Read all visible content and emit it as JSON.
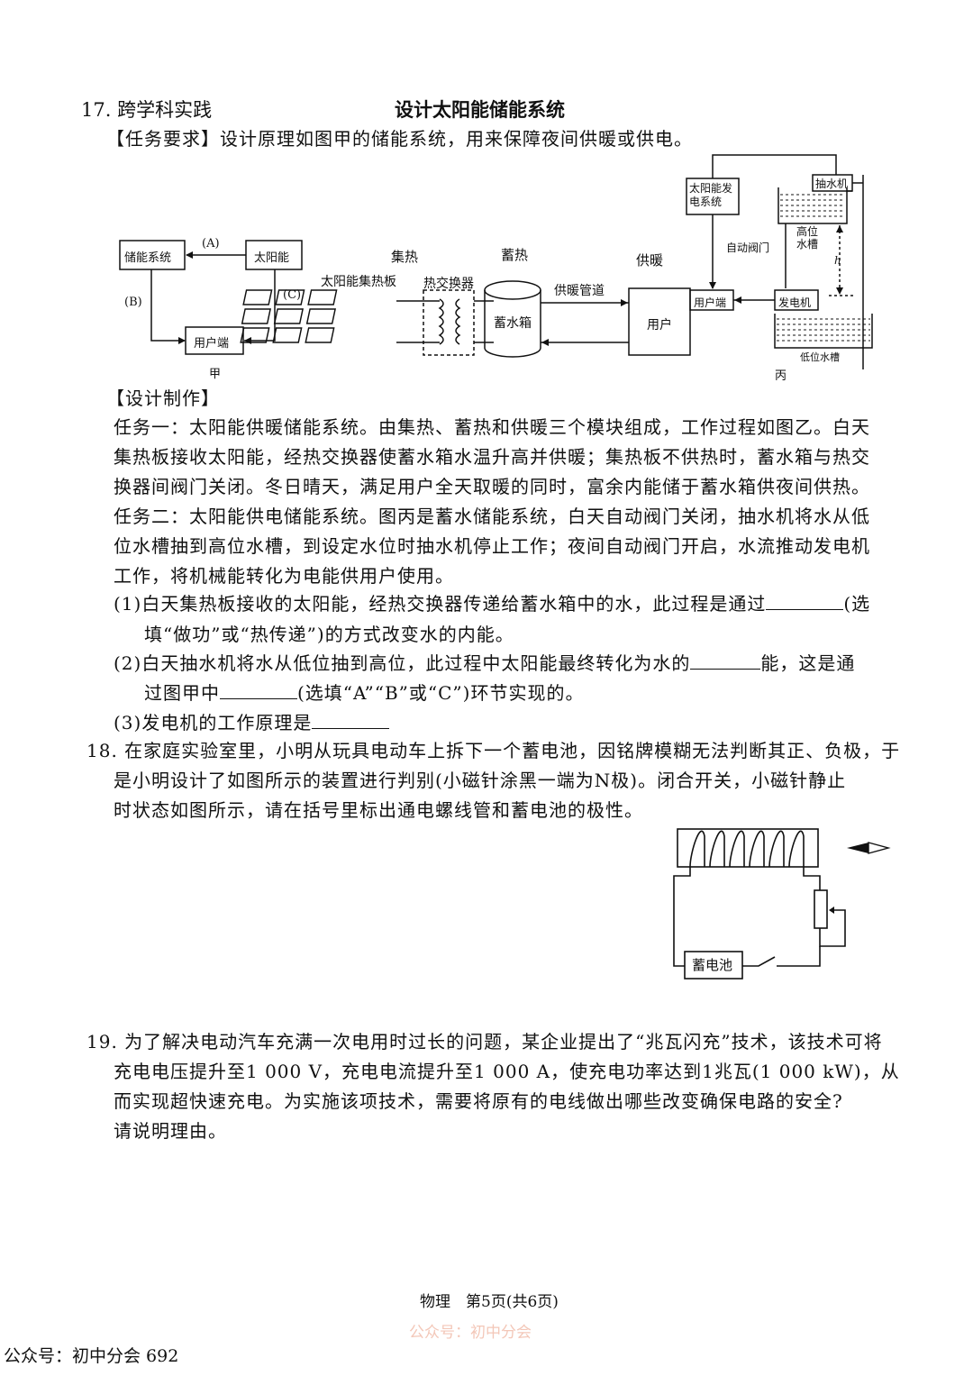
{
  "q17": {
    "number_title": "17. 跨学科实践",
    "topic": "设计太阳能储能系统",
    "task_req": "【任务要求】设计原理如图甲的储能系统，用来保障夜间供暖或供电。",
    "design_head": "【设计制作】",
    "task1_lines": [
      "任务一：太阳能供暖储能系统。由集热、蓄热和供暖三个模块组成，工作过程如图乙。白天",
      "集热板接收太阳能，经热交换器使蓄水箱水温升高并供暖；集热板不供热时，蓄水箱与热交",
      "换器间阀门关闭。冬日晴天，满足用户全天取暖的同时，富余内能储于蓄水箱供夜间供热。"
    ],
    "task2_lines": [
      "任务二：太阳能供电储能系统。图丙是蓄水储能系统，白天自动阀门关闭，抽水机将水从低",
      "位水槽抽到高位水槽，到设定水位时抽水机停止工作；夜间自动阀门开启，水流推动发电机",
      "工作，将机械能转化为电能供用户使用。"
    ],
    "sub1_a": "(1)白天集热板接收的太阳能，经热交换器传递给蓄水箱中的水，此过程是通过",
    "sub1_a_end": "(选",
    "sub1_b": "填“做功”或“热传递”)的方式改变水的内能。",
    "sub2_a": "(2)白天抽水机将水从低位抽到高位，此过程中太阳能最终转化为水的",
    "sub2_a_end": "能，这是通",
    "sub2_b1": "过图甲中",
    "sub2_b2": "(选填“A”“B”或“C”)环节实现的。",
    "sub3": "(3)发电机的工作原理是"
  },
  "fig_jia": {
    "storage": "储能系统",
    "sun": "太阳能",
    "user": "用户端",
    "a": "(A)",
    "b": "(B)",
    "c": "(C)",
    "caption": "甲"
  },
  "fig_yi": {
    "collect": "集热",
    "store": "蓄热",
    "supply": "供暖",
    "panel": "太阳能集热板",
    "exchanger": "热交换器",
    "pipe": "供暖管道",
    "tank": "蓄水箱",
    "user": "用户"
  },
  "fig_bing": {
    "solar_gen": "太阳能发电系统",
    "pump": "抽水机",
    "high_tank": "高位水槽",
    "valve": "自动阀门",
    "h": "h",
    "user": "用户端",
    "generator": "发电机",
    "low_tank": "低位水槽",
    "caption": "丙"
  },
  "q18": {
    "lines": [
      "18. 在家庭实验室里，小明从玩具电动车上拆下一个蓄电池，因铭牌模糊无法判断其正、负极，于",
      "是小明设计了如图所示的装置进行判别(小磁针涂黑一端为N极)。闭合开关，小磁针静止",
      "时状态如图所示，请在括号里标出通电螺线管和蓄电池的极性。"
    ],
    "battery": "蓄电池"
  },
  "q19": {
    "lines": [
      "19. 为了解决电动汽车充满一次电用时过长的问题，某企业提出了“兆瓦闪充”技术，该技术可将",
      "充电电压提升至1 000 V，充电电流提升至1 000 A，使充电功率达到1兆瓦(1 000 kW)，从",
      "而实现超快速充电。为实施该项技术，需要将原有的电线做出哪些改变确保电路的安全?",
      "请说明理由。"
    ]
  },
  "footer": {
    "page": "物理　第5页(共6页)",
    "watermark": "公众号：初中分会",
    "gzh": "公众号：初中分会 692"
  }
}
